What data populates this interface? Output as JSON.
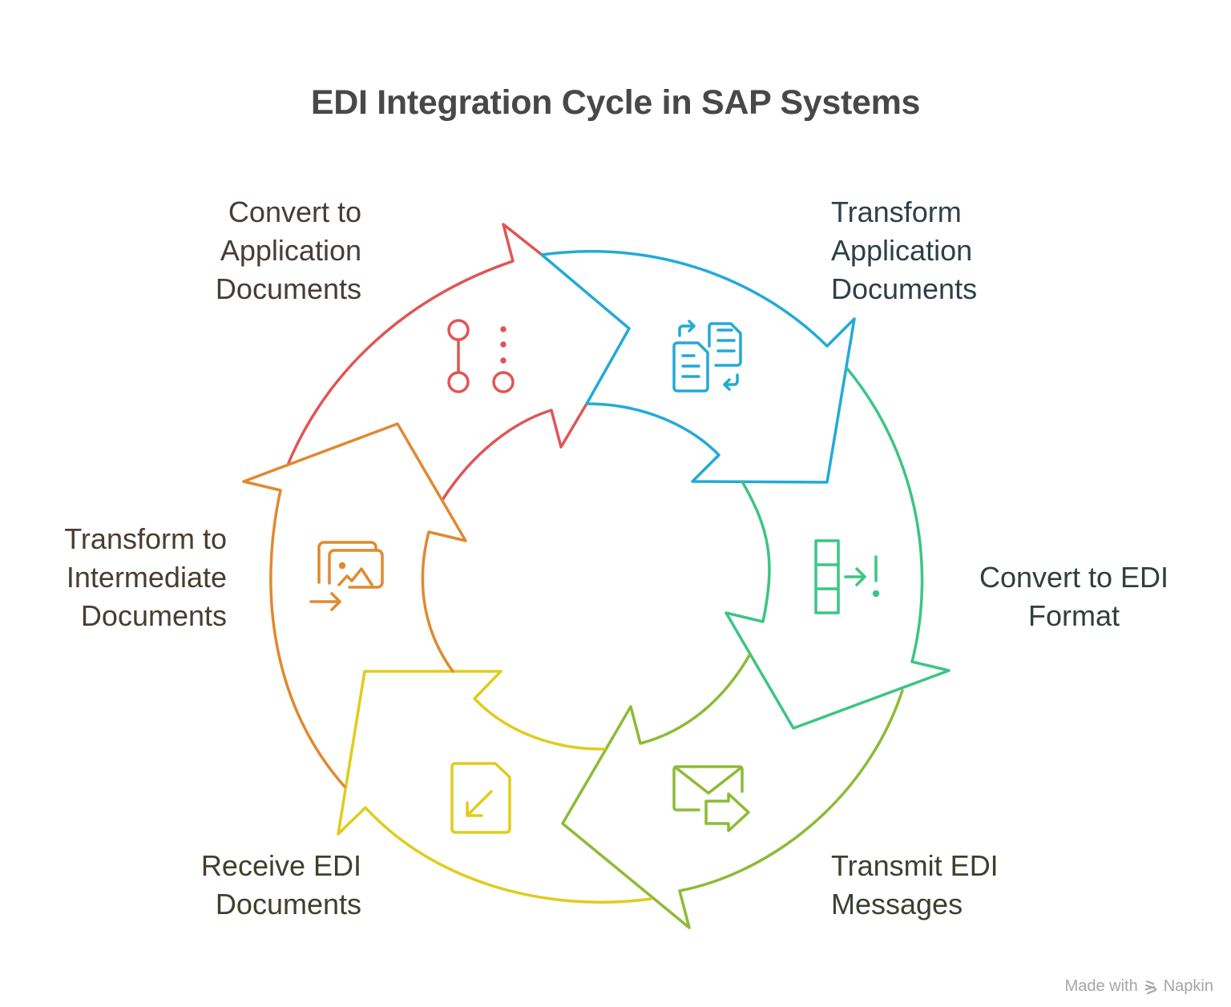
{
  "title": "EDI Integration Cycle in SAP Systems",
  "steps": [
    {
      "id": "convert-to-application",
      "lines": [
        "Convert to",
        "Application",
        "Documents"
      ],
      "color": "#e05555",
      "label_color": "#4a3a3a",
      "icon": "branch-nodes-icon"
    },
    {
      "id": "transform-application",
      "lines": [
        "Transform",
        "Application",
        "Documents"
      ],
      "color": "#22aad8",
      "label_color": "#2e3f47",
      "icon": "documents-swap-icon"
    },
    {
      "id": "convert-to-edi",
      "lines": [
        "Convert to EDI",
        "Format"
      ],
      "color": "#3cc583",
      "label_color": "#2f4038",
      "icon": "table-arrow-exclamation-icon"
    },
    {
      "id": "transmit-edi",
      "lines": [
        "Transmit EDI",
        "Messages"
      ],
      "color": "#8cbb35",
      "label_color": "#3b4030",
      "icon": "envelope-send-icon"
    },
    {
      "id": "receive-edi",
      "lines": [
        "Receive EDI",
        "Documents"
      ],
      "color": "#e2cb1a",
      "label_color": "#423e2e",
      "icon": "file-import-icon"
    },
    {
      "id": "transform-intermediate",
      "lines": [
        "Transform to",
        "Intermediate",
        "Documents"
      ],
      "color": "#e0892f",
      "label_color": "#4a3d30",
      "icon": "images-import-icon"
    }
  ],
  "footer": {
    "prefix": "Made with",
    "brand": "Napkin",
    "icon": "napkin-logo-icon"
  }
}
